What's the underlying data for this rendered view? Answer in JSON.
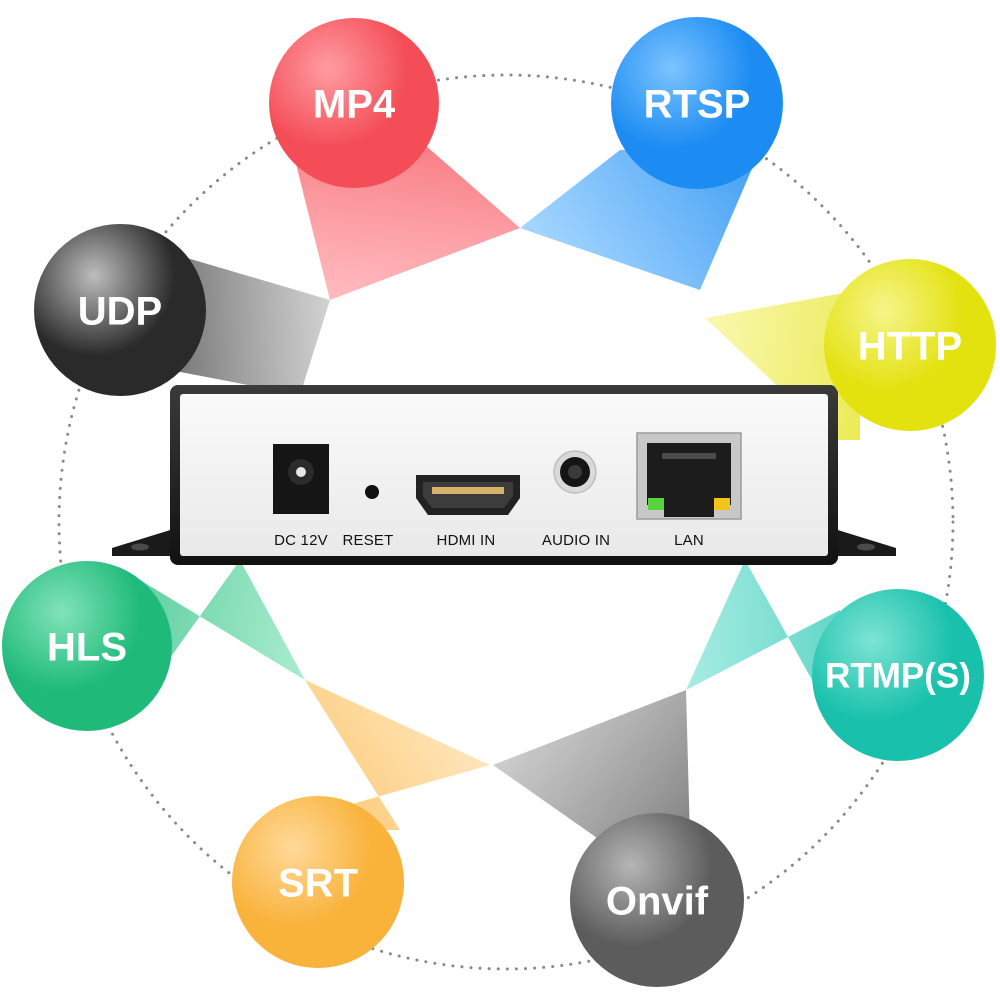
{
  "protocols": [
    {
      "label": "MP4",
      "color": "#f44d57",
      "color_light": "#ff9ca2",
      "icon": "circle-badge"
    },
    {
      "label": "RTSP",
      "color": "#1c8cf2",
      "color_light": "#7cc3ff",
      "icon": "circle-badge"
    },
    {
      "label": "HTTP",
      "color": "#e3e10e",
      "color_light": "#f6f58a",
      "icon": "circle-badge"
    },
    {
      "label": "RTMP(S)",
      "color": "#19c1ac",
      "color_light": "#7ee3d4",
      "icon": "circle-badge"
    },
    {
      "label": "Onvif",
      "color": "#5c5c5c",
      "color_light": "#b5b5b5",
      "icon": "circle-badge"
    },
    {
      "label": "SRT",
      "color": "#f9b23a",
      "color_light": "#ffd99a",
      "icon": "circle-badge"
    },
    {
      "label": "HLS",
      "color": "#1fba7a",
      "color_light": "#82e3b8",
      "icon": "circle-badge"
    },
    {
      "label": "UDP",
      "color": "#2a2a2a",
      "color_light": "#bdbdbd",
      "icon": "circle-badge"
    }
  ],
  "device": {
    "ports": {
      "dc": "DC 12V",
      "reset": "RESET",
      "hdmi": "HDMI IN",
      "audio": "AUDIO IN",
      "lan": "LAN"
    }
  }
}
